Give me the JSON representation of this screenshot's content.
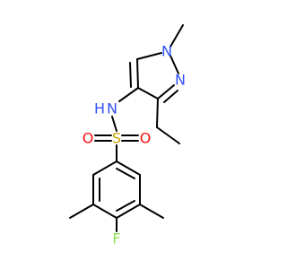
{
  "molecule": {
    "atoms": {
      "S": {
        "label": "S",
        "color": "#c8a000"
      },
      "O1": {
        "label": "O",
        "color": "#ff0d0d"
      },
      "O2": {
        "label": "O",
        "color": "#ff0d0d"
      },
      "NH": {
        "label": "N",
        "color": "#3050f8"
      },
      "H": {
        "label": "H",
        "color": "#3050f8"
      },
      "N1": {
        "label": "N",
        "color": "#3050f8"
      },
      "N2": {
        "label": "N",
        "color": "#3050f8"
      },
      "F": {
        "label": "F",
        "color": "#90e050"
      }
    }
  }
}
